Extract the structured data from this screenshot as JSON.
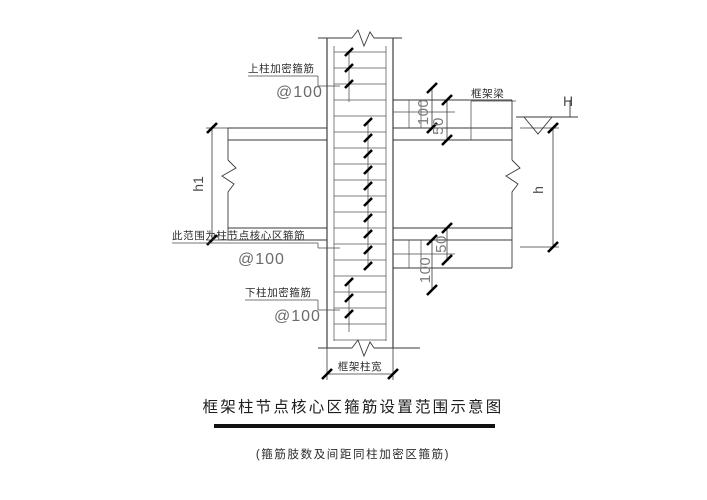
{
  "drawing": {
    "type": "structural-detail",
    "title": "框架柱节点核心区箍筋设置范围示意图",
    "subtitle": "(箍筋肢数及间距同柱加密区箍筋)",
    "background_color": "#ffffff",
    "line_color": "#3a3a3a",
    "annotation_color": "#6b6b6b"
  },
  "annotations": {
    "upper_column": {
      "label": "上柱加密箍筋",
      "spacing": "@100"
    },
    "joint_core": {
      "label": "此范围为柱节点核心区箍筋",
      "spacing": "@100"
    },
    "lower_column": {
      "label": "下柱加密箍筋",
      "spacing": "@100"
    },
    "beam": {
      "label": "框架梁"
    }
  },
  "dimensions": {
    "column_width": "框架柱宽",
    "left_height": "h1",
    "right_height": "h",
    "elevation_mark": "H",
    "upper_beam_top": "100",
    "upper_beam_bottom": "50",
    "lower_beam_top": "50",
    "lower_beam_bottom": "100"
  }
}
